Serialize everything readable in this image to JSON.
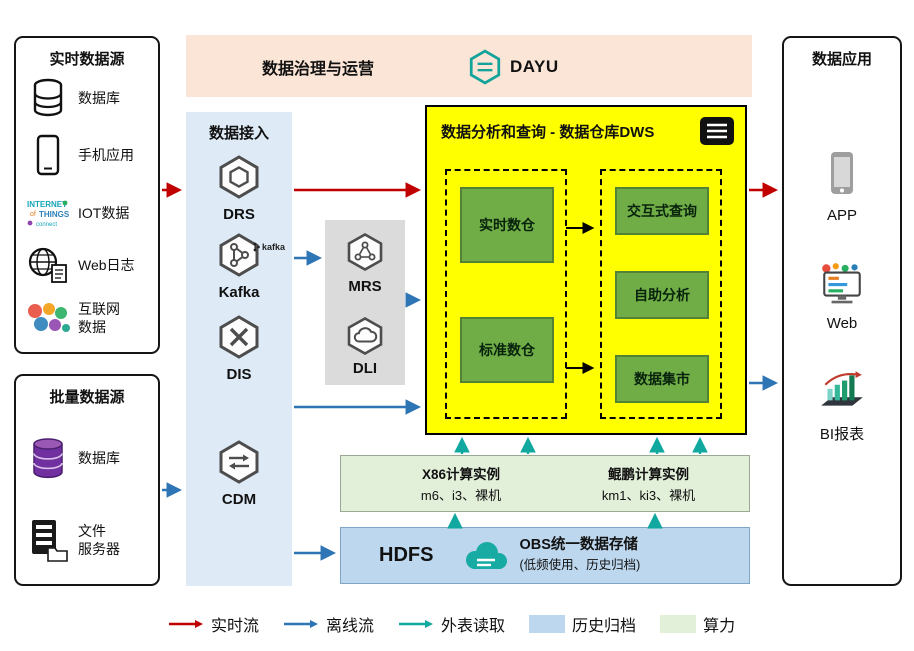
{
  "colors": {
    "realtime_flow": "#C00000",
    "offline_flow": "#2E75B6",
    "external_read": "#11A89F",
    "archive_fill": "#BDD7EE",
    "compute_fill": "#E2EFD9",
    "dws_fill": "#FFFF00",
    "node_fill": "#70AD47",
    "governance_fill": "#FBE5D6",
    "ingestion_fill": "#DEEBF7"
  },
  "realtime_sources": {
    "title": "实时数据源",
    "items": [
      {
        "icon": "database-icon",
        "label": "数据库"
      },
      {
        "icon": "mobile-icon",
        "label": "手机应用"
      },
      {
        "icon": "iot-icon",
        "label": "IOT数据"
      },
      {
        "icon": "web-log-icon",
        "label": "Web日志"
      },
      {
        "icon": "internet-icon",
        "label": "互联网\n数据"
      }
    ]
  },
  "batch_sources": {
    "title": "批量数据源",
    "items": [
      {
        "icon": "database-purple-icon",
        "label": "数据库"
      },
      {
        "icon": "file-server-icon",
        "label": "文件\n服务器"
      }
    ]
  },
  "governance": {
    "title": "数据治理与运营",
    "brand": "DAYU"
  },
  "ingestion": {
    "title": "数据接入",
    "items": [
      {
        "label": "DRS"
      },
      {
        "label": "Kafka",
        "mark": "kafka"
      },
      {
        "label": "DIS"
      },
      {
        "label": "CDM"
      }
    ]
  },
  "processing": {
    "items": [
      {
        "label": "MRS"
      },
      {
        "label": "DLI"
      }
    ]
  },
  "dws": {
    "title": "数据分析和查询 - 数据仓库DWS",
    "warehouses": [
      "实时数仓",
      "标准数仓"
    ],
    "services": [
      "交互式查询",
      "自助分析",
      "数据集市"
    ]
  },
  "compute": {
    "x86_title": "X86计算实例",
    "x86_models": "m6、i3、裸机",
    "kunpeng_title": "鲲鹏计算实例",
    "kunpeng_models": "km1、ki3、裸机"
  },
  "storage": {
    "hdfs": "HDFS",
    "obs_title": "OBS统一数据存储",
    "obs_note": "(低频使用、历史归档)"
  },
  "applications": {
    "title": "数据应用",
    "items": [
      {
        "icon": "app-icon",
        "label": "APP"
      },
      {
        "icon": "web-icon",
        "label": "Web"
      },
      {
        "icon": "bi-report-icon",
        "label": "BI报表"
      }
    ]
  },
  "legend": {
    "realtime": "实时流",
    "offline": "离线流",
    "external": "外表读取",
    "archive": "历史归档",
    "compute": "算力"
  }
}
